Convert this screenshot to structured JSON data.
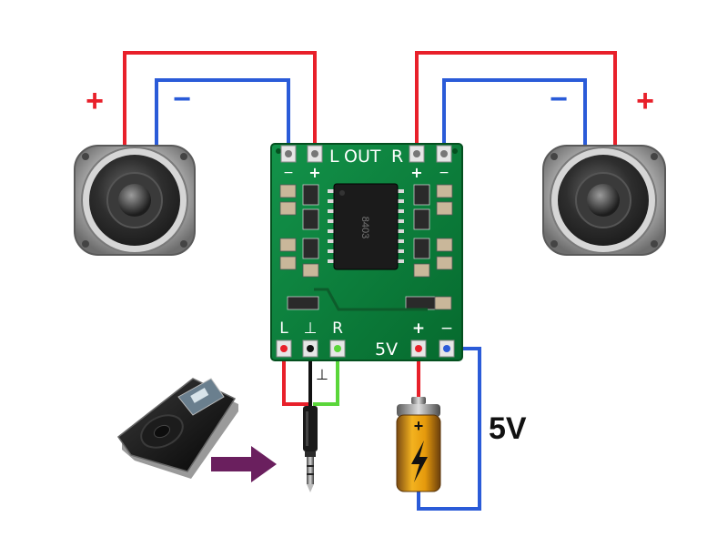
{
  "speaker_left": {
    "plus_label": "+",
    "minus_label": "−"
  },
  "speaker_right": {
    "plus_label": "+",
    "minus_label": "−"
  },
  "board": {
    "out_left_label": "L",
    "out_title": "OUT",
    "out_right_label": "R",
    "out_left_minus": "−",
    "out_left_plus": "+",
    "out_right_plus": "+",
    "out_right_minus": "−",
    "in_left_label": "L",
    "in_ground_label": "⊥",
    "in_right_label": "R",
    "power_label": "5V",
    "power_plus": "+",
    "power_minus": "−",
    "chip_text": "8403"
  },
  "ground_symbol": "⊥",
  "battery": {
    "plus_label": "+",
    "voltage_label": "5V"
  },
  "colors": {
    "positive_wire": "#e8202a",
    "negative_wire": "#2a5bd8",
    "audio_right_wire": "#5ad63a",
    "ground_wire": "#111111",
    "pcb_green": "#0a7f3a",
    "arrow_color": "#6a1f5e"
  },
  "icons": [
    "speaker-icon",
    "mp3-player-icon",
    "audio-jack-icon",
    "battery-icon",
    "arrow-right-icon"
  ]
}
